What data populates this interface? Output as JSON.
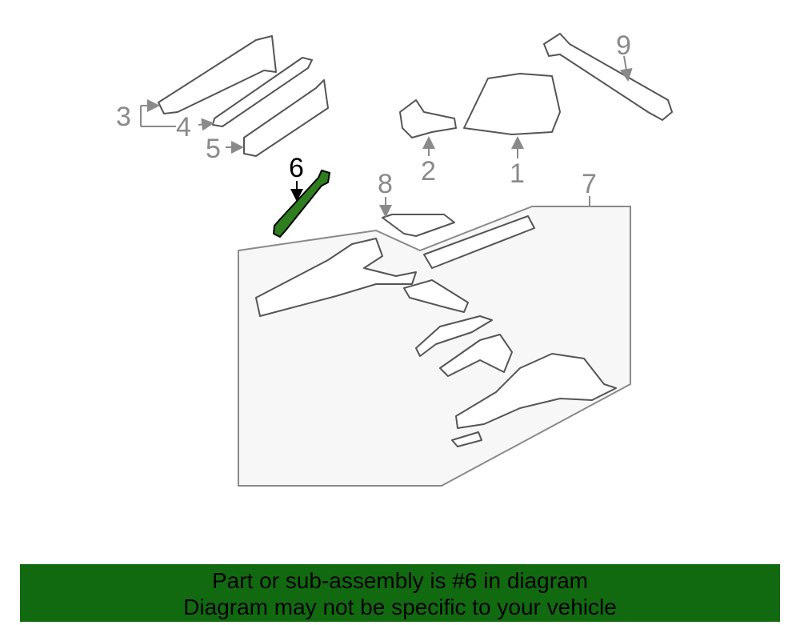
{
  "diagram": {
    "callouts": [
      "1",
      "2",
      "3",
      "4",
      "5",
      "6",
      "7",
      "8",
      "9"
    ],
    "highlight_color": "#2e7d1e",
    "highlighted_part": "6"
  },
  "banner": {
    "line1": "Part or sub-assembly is #6 in diagram",
    "line2": "Diagram may not be specific to your vehicle",
    "color": "#126a10"
  }
}
